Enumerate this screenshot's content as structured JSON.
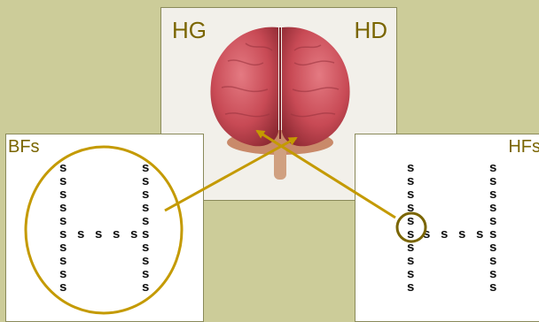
{
  "brain": {
    "left_hemisphere_label": "HG",
    "right_hemisphere_label": "HD"
  },
  "left_panel": {
    "label": "BFs",
    "letter": "s"
  },
  "right_panel": {
    "label": "HFs",
    "letter": "s"
  },
  "colors": {
    "background": "#cccc99",
    "accent": "#c49a00",
    "label_text": "#7a6500"
  }
}
